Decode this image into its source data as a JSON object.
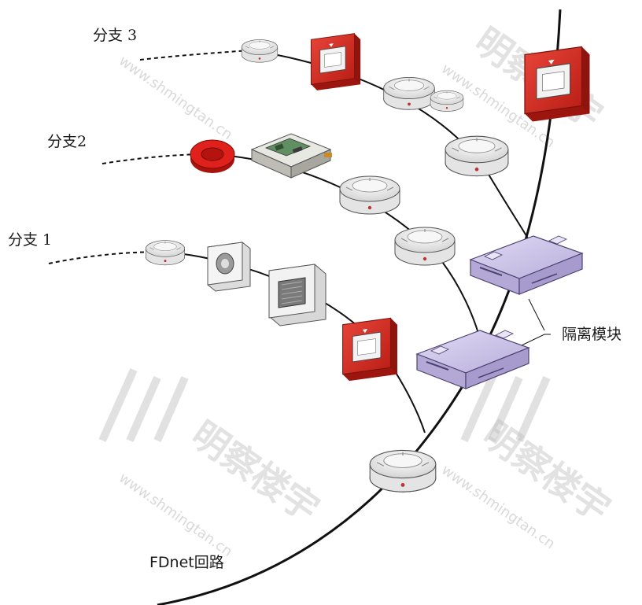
{
  "labels": {
    "branch3": "分支 3",
    "branch2": "分支2",
    "branch1": "分支 1",
    "isolation_module": "隔离模块",
    "loop": "FDnet回路"
  },
  "watermark": {
    "brand": "明察楼宇",
    "url": "www.shmingtan.cn"
  },
  "colors": {
    "line": "#111111",
    "detector_body": "#eeeeee",
    "call_point_red": "#d42a1e",
    "module_purple": "#cfc6e8",
    "sounder_red": "#e0201a"
  },
  "devices": [
    {
      "type": "smoke-detector",
      "branch": "3"
    },
    {
      "type": "manual-call-point",
      "branch": "3"
    },
    {
      "type": "smoke-detector",
      "branch": "3"
    },
    {
      "type": "smoke-detector",
      "branch": "3"
    },
    {
      "type": "smoke-detector",
      "branch": "3"
    },
    {
      "type": "manual-call-point",
      "branch": "loop"
    },
    {
      "type": "sounder",
      "branch": "2"
    },
    {
      "type": "circuit-module",
      "branch": "2"
    },
    {
      "type": "smoke-detector",
      "branch": "2"
    },
    {
      "type": "smoke-detector",
      "branch": "2"
    },
    {
      "type": "smoke-detector",
      "branch": "1"
    },
    {
      "type": "small-detector",
      "branch": "1"
    },
    {
      "type": "beam-detector",
      "branch": "1"
    },
    {
      "type": "manual-call-point",
      "branch": "1"
    },
    {
      "type": "isolation-module",
      "branch": "loop"
    },
    {
      "type": "isolation-module",
      "branch": "loop"
    },
    {
      "type": "smoke-detector",
      "branch": "loop"
    }
  ]
}
